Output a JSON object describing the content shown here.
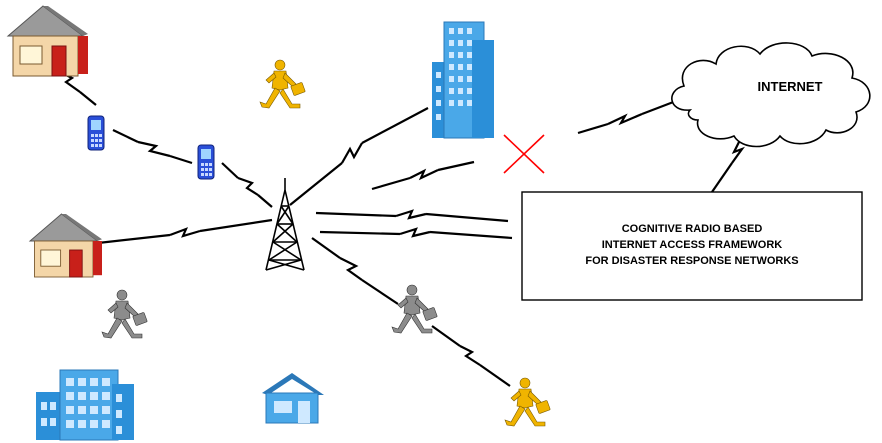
{
  "internet_label": "INTERNET",
  "framework_box": {
    "lines": [
      "COGNITIVE RADIO BASED",
      "INTERNET ACCESS FRAMEWORK",
      "FOR DISASTER RESPONSE NETWORKS"
    ]
  },
  "icons": {
    "tower": "radio-tower-icon",
    "cloud": "internet-cloud-icon",
    "blocked": "broken-link-cross-icon",
    "houses": [
      "house-icon",
      "house-icon",
      "house-icon"
    ],
    "buildings": [
      "office-building-icon",
      "office-building-icon"
    ],
    "phones": [
      "mobile-phone-icon",
      "mobile-phone-icon"
    ],
    "people": [
      "walking-person-icon",
      "walking-person-icon",
      "walking-person-icon",
      "walking-person-icon"
    ]
  },
  "colors": {
    "link": "#000000",
    "cross": "#ff0000",
    "building": "#4aa8e8",
    "building_window": "#ffffff",
    "phone": "#2a4fd8",
    "person_yellow": "#f0b400",
    "person_gray": "#8c8c8c",
    "house_wall": "#f4d6a8",
    "house_roof": "#8a8a8a",
    "house_door": "#c8201a"
  }
}
